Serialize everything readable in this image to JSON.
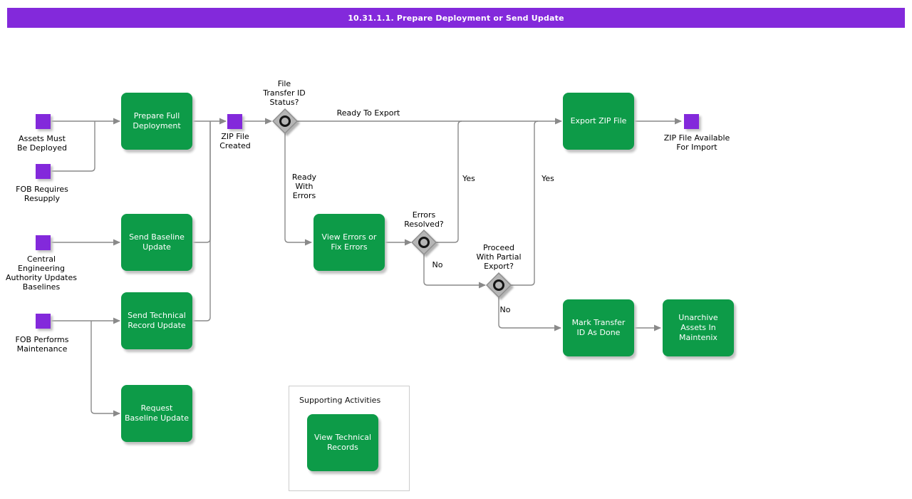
{
  "header": {
    "title": "10.31.1.1. Prepare Deployment or Send Update"
  },
  "colors": {
    "purple": "#8329DB",
    "green": "#0D9B48",
    "line": "#8a8a8a",
    "diamond_fill": "#b5b5b5",
    "diamond_border": "#8d8d8d"
  },
  "events": {
    "assets_must_be_deployed": "Assets Must\nBe Deployed",
    "fob_requires_resupply": "FOB Requires\nResupply",
    "central_engineering": "Central\nEngineering\nAuthority Updates\nBaselines",
    "fob_performs_maintenance": "FOB Performs\nMaintenance",
    "zip_file_created": "ZIP File\nCreated",
    "zip_file_available": "ZIP File Available\nFor Import"
  },
  "activities": {
    "prepare_full_deployment": "Prepare Full\nDeployment",
    "send_baseline_update": "Send Baseline\nUpdate",
    "send_technical_record_update": "Send Technical\nRecord Update",
    "request_baseline_update": "Request\nBaseline Update",
    "view_errors_or_fix_errors": "View Errors or\nFix Errors",
    "export_zip_file": "Export ZIP File",
    "mark_transfer_id_as_done": "Mark Transfer\nID As Done",
    "unarchive_assets_in_maintenix": "Unarchive\nAssets In\nMaintenix",
    "view_technical_records": "View Technical\nRecords"
  },
  "gateways": {
    "file_transfer_id_status": "File\nTransfer ID\nStatus?",
    "errors_resolved": "Errors\nResolved?",
    "proceed_with_partial_export": "Proceed\nWith Partial\nExport?"
  },
  "edges": {
    "ready_to_export": "Ready To Export",
    "ready_with_errors": "Ready\nWith\nErrors",
    "yes_errors_resolved": "Yes",
    "yes_partial_export": "Yes",
    "no_errors_resolved": "No",
    "no_partial_export": "No"
  },
  "supporting": {
    "title": "Supporting Activities"
  }
}
